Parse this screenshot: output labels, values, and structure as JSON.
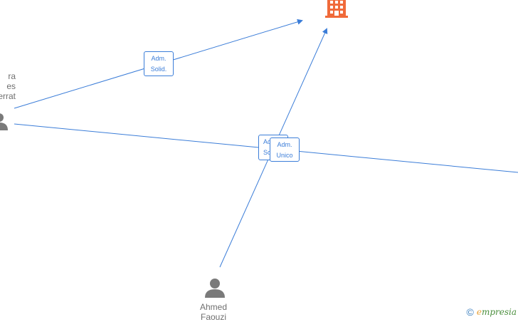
{
  "nodes": {
    "person_left": {
      "name_lines": [
        "ra",
        "es",
        "errat"
      ]
    },
    "person_bottom": {
      "name_lines": [
        "Ahmed",
        "Faouzi"
      ]
    }
  },
  "edges": {
    "left_to_company": {
      "label": [
        "Adm.",
        "Solid."
      ]
    },
    "bottom_to_company_under": {
      "label": [
        "Adm.",
        "Soli"
      ]
    },
    "bottom_to_company_top": {
      "label": [
        "Adm.",
        "Unico"
      ]
    }
  },
  "watermark": {
    "symbol": "©",
    "brand_initial": "e",
    "brand_rest": "mpresia"
  },
  "colors": {
    "edge": "#3b7dd8",
    "company": "#f06a3a",
    "person": "#7a7a7a"
  }
}
